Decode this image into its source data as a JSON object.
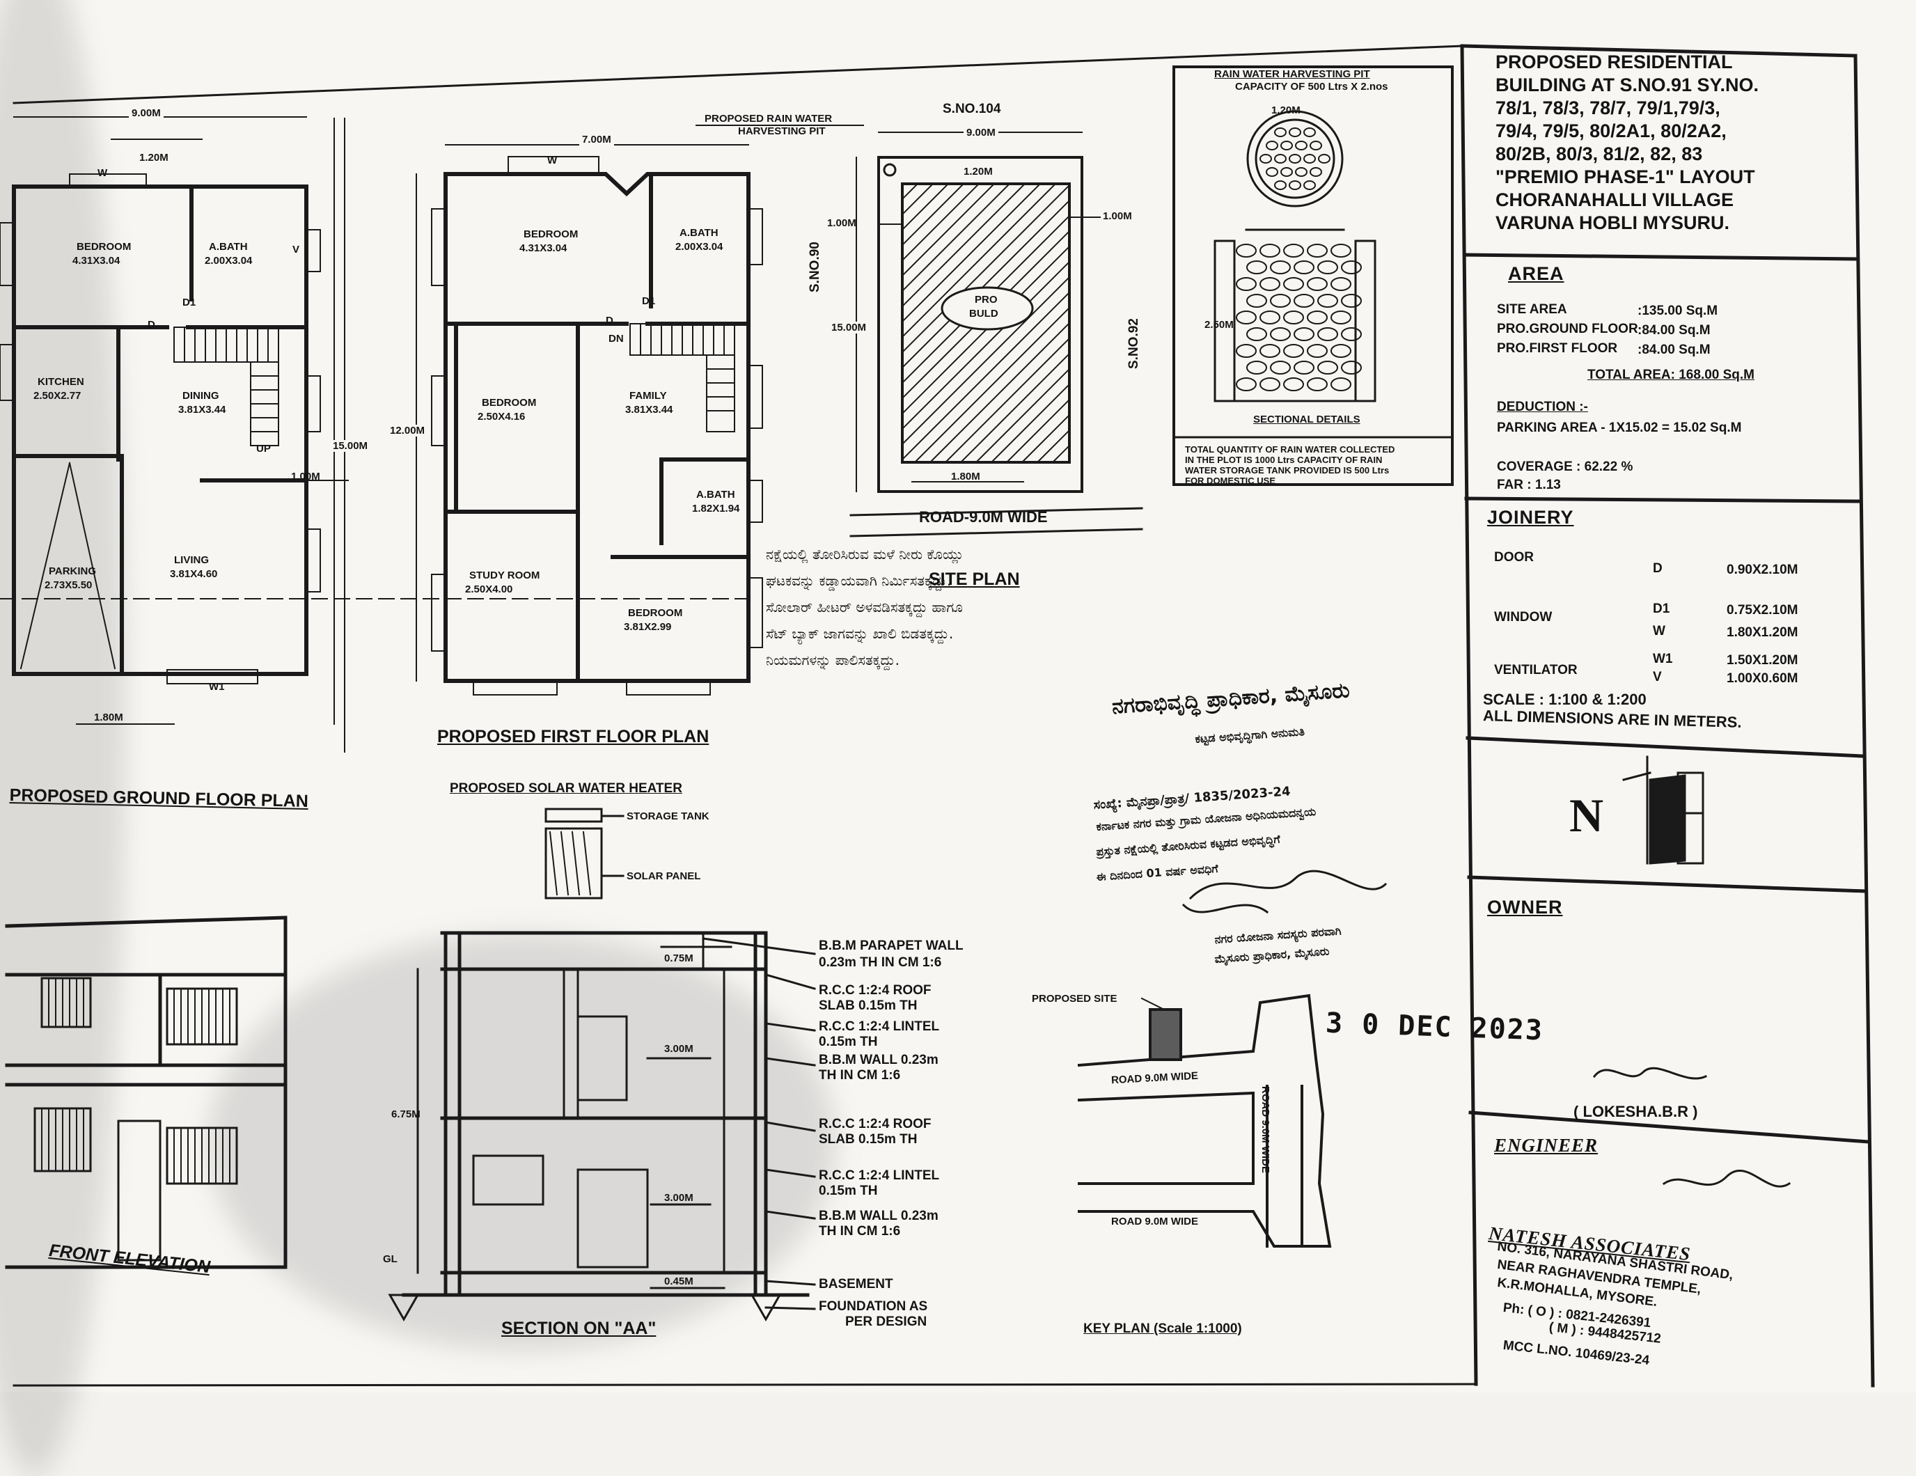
{
  "title_block": {
    "lines": [
      "PROPOSED RESIDENTIAL",
      "BUILDING AT S.NO.91 SY.NO.",
      "78/1, 78/3, 78/7, 79/1,79/3,",
      "79/4, 79/5, 80/2A1, 80/2A2,",
      "80/2B, 80/3, 81/2, 82, 83",
      "\"PREMIO PHASE-1\" LAYOUT",
      "CHORANAHALLI VILLAGE",
      "VARUNA HOBLI MYSURU."
    ]
  },
  "area": {
    "heading": "AREA",
    "rows": [
      {
        "label": "SITE AREA",
        "value": ":135.00 Sq.M"
      },
      {
        "label": "PRO.GROUND FLOOR",
        "value": ":84.00 Sq.M"
      },
      {
        "label": "PRO.FIRST FLOOR",
        "value": ":84.00 Sq.M"
      }
    ],
    "total": "TOTAL AREA: 168.00 Sq.M",
    "deduction_heading": "DEDUCTION :-",
    "deduction": "PARKING AREA  - 1X15.02 = 15.02 Sq.M",
    "coverage": "COVERAGE : 62.22 %",
    "far": "FAR : 1.13"
  },
  "joinery": {
    "heading": "JOINERY",
    "rows": [
      {
        "item": "DOOR",
        "code": "D",
        "size": "0.90X2.10M"
      },
      {
        "item": "",
        "code": "D1",
        "size": "0.75X2.10M"
      },
      {
        "item": "WINDOW",
        "code": "W",
        "size": "1.80X1.20M"
      },
      {
        "item": "",
        "code": "W1",
        "size": "1.50X1.20M"
      },
      {
        "item": "VENTILATOR",
        "code": "V",
        "size": "1.00X0.60M"
      }
    ],
    "scale": "SCALE : 1:100 & 1:200",
    "dims_note": "ALL DIMENSIONS ARE IN METERS."
  },
  "north": {
    "letter": "N"
  },
  "owner": {
    "heading": "OWNER",
    "name": "( LOKESHA.B.R )"
  },
  "engineer": {
    "heading": "ENGINEER",
    "firm": "NATESH ASSOCIATES",
    "address": [
      "NO. 316, NARAYANA SHASTRI ROAD,",
      "NEAR RAGHAVENDRA TEMPLE,",
      "K.R.MOHALLA, MYSORE."
    ],
    "phone_o": "Ph: ( O ) : 0821-2426391",
    "phone_m": "( M ) : 9448425712",
    "license": "MCC L.NO. 10469/23-24"
  },
  "stamp": {
    "authority": "ನಗರಾಭಿವೃದ್ಧಿ ಪ್ರಾಧಿಕಾರ, ಮೈಸೂರು",
    "sub": "ಕಟ್ಟಡ ಅಭಿವೃದ್ಧಿಗಾಗಿ ಅನುಮತಿ",
    "ref": "ಸಂಖ್ಯೆ: ಮೈನಪ್ರಾ/ಪ್ರಾತ್ರ/  1835/2023-24",
    "lines": [
      "ಕರ್ನಾಟಕ ನಗರ ಮತ್ತು ಗ್ರಾಮ ಯೋಜನಾ ಅಧಿನಿಯಮದನ್ವಯ",
      "ಪ್ರಸ್ತುತ ನಕ್ಷೆಯಲ್ಲಿ ತೋರಿಸಿರುವ ಕಟ್ಟಡದ ಅಭಿವೃದ್ಧಿಗೆ",
      "ಈ ದಿನದಿಂದ   01   ವರ್ಷ ಅವಧಿಗೆ"
    ],
    "sig_lines": [
      "ನಗರ ಯೋಜನಾ ಸದಸ್ಯರು ಪರವಾಗಿ",
      "ಮೈಸೂರು ಪ್ರಾಧಿಕಾರ, ಮೈಸೂರು"
    ],
    "date": "3 0 DEC 2023"
  },
  "ground_floor": {
    "title": "PROPOSED GROUND FLOOR PLAN",
    "dims": {
      "width": "9.00M",
      "top": "1.20M",
      "right": "1.00M",
      "bottom": "1.80M",
      "length": "15.00M"
    },
    "rooms": [
      {
        "name": "BEDROOM",
        "size": "4.31X3.04"
      },
      {
        "name": "A.BATH",
        "size": "2.00X3.04"
      },
      {
        "name": "KITCHEN",
        "size": "2.50X2.77"
      },
      {
        "name": "DINING",
        "size": "3.81X3.44"
      },
      {
        "name": "LIVING",
        "size": "3.81X4.60"
      },
      {
        "name": "PARKING",
        "size": "2.73X5.50"
      }
    ],
    "labels": {
      "d1": "D1",
      "d": "D",
      "up": "UP",
      "w": "W",
      "w1": "W1",
      "v": "V"
    }
  },
  "first_floor": {
    "title": "PROPOSED FIRST FLOOR PLAN",
    "dims": {
      "width": "7.00M",
      "height": "12.00M"
    },
    "rooms": [
      {
        "name": "BEDROOM",
        "size": "4.31X3.04"
      },
      {
        "name": "A.BATH",
        "size": "2.00X3.04"
      },
      {
        "name": "BEDROOM",
        "size": "2.50X4.16"
      },
      {
        "name": "FAMILY",
        "size": "3.81X3.44"
      },
      {
        "name": "A.BATH",
        "size": "1.82X1.94"
      },
      {
        "name": "STUDY ROOM",
        "size": "2.50X4.00"
      },
      {
        "name": "BEDROOM",
        "size": "3.81X2.99"
      }
    ],
    "labels": {
      "d1": "D1",
      "d": "D",
      "dn": "DN",
      "w": "W"
    }
  },
  "site_plan": {
    "title": "SITE PLAN",
    "rwh_label": [
      "PROPOSED RAIN WATER",
      "HARVESTING PIT"
    ],
    "north_sno": "S.NO.104",
    "west_sno": "S.NO.90",
    "east_sno": "S.NO.92",
    "road": "ROAD-9.0M WIDE",
    "dims": {
      "width": "9.00M",
      "top": "1.20M",
      "left": "1.00M",
      "right": "1.00M",
      "length": "15.00M",
      "bottom": "1.80M"
    },
    "building": [
      "PRO",
      "BULD"
    ],
    "kannada_notes": [
      "ನಕ್ಷೆಯಲ್ಲಿ ತೋರಿಸಿರುವ ಮಳೆ ನೀರು ಕೊಯ್ಲು",
      "ಘಟಕವನ್ನು ಕಡ್ಡಾಯವಾಗಿ ನಿರ್ಮಿಸತಕ್ಕದ್ದು.",
      "ಸೋಲಾರ್ ಹೀಟರ್ ಅಳವಡಿಸತಕ್ಕದ್ದು ಹಾಗೂ",
      "ಸೆಟ್ ಬ್ಯಾಕ್ ಜಾಗವನ್ನು ಖಾಲಿ ಬಿಡತಕ್ಕದ್ದು.",
      "ನಿಯಮಗಳನ್ನು ಪಾಲಿಸತಕ್ಕದ್ದು."
    ]
  },
  "rwh_pit": {
    "title": "RAIN WATER HARVESTING PIT",
    "capacity": "CAPACITY OF 500 Ltrs X 2.nos",
    "dia": "1.20M",
    "depth": "2.50M",
    "section": "SECTIONAL DETAILS",
    "note": [
      "TOTAL QUANTITY OF RAIN WATER COLLECTED",
      "IN THE PLOT IS 1000 Ltrs CAPACITY OF RAIN",
      "WATER STORAGE TANK PROVIDED IS 500 Ltrs",
      "FOR DOMESTIC USE"
    ]
  },
  "solar": {
    "title": "PROPOSED SOLAR WATER HEATER",
    "tank": "STORAGE TANK",
    "panel": "SOLAR PANEL"
  },
  "front_elevation": {
    "title": "FRONT ELEVATION"
  },
  "section": {
    "title": "SECTION ON \"AA\"",
    "dims": {
      "parapet": "0.75M",
      "floor1": "3.00M",
      "floor2": "3.00M",
      "total": "6.75M",
      "basement": "0.45M",
      "gl": "GL"
    },
    "notes": [
      "B.B.M PARAPET WALL",
      "0.23m TH IN CM 1:6",
      "R.C.C 1:2:4 ROOF",
      "SLAB 0.15m TH",
      "R.C.C 1:2:4 LINTEL",
      "0.15m TH",
      "B.B.M  WALL 0.23m",
      "TH IN CM 1:6",
      "R.C.C 1:2:4 ROOF",
      "SLAB 0.15m TH",
      "R.C.C 1:2:4 LINTEL",
      "0.15m TH",
      "B.B.M  WALL 0.23m",
      "TH IN CM 1:6",
      "BASEMENT",
      "FOUNDATION AS",
      "PER DESIGN"
    ]
  },
  "key_plan": {
    "title": "KEY PLAN (Scale 1:1000)",
    "proposed_site": "PROPOSED SITE",
    "road1": "ROAD 9.0M WIDE",
    "road2": "ROAD 9.0M WIDE",
    "road3": "ROAD 9.0M WIDE"
  }
}
